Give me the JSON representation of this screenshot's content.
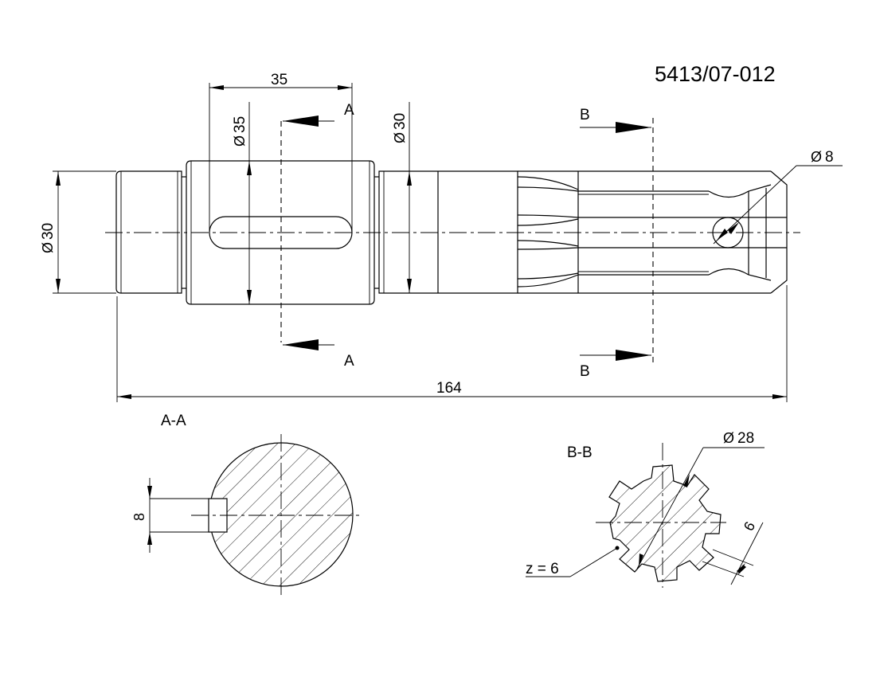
{
  "drawing_number": "5413/07-012",
  "main_view": {
    "dim_total_length": "164",
    "dim_left_journal_dia": "30",
    "dim_collar_dia": "35",
    "dim_keyway_length": "35",
    "dim_right_journal_dia": "30",
    "dim_hole_dia": "8",
    "diameter_symbol": "Ø"
  },
  "section_markers": {
    "a_letter": "A",
    "b_letter": "B"
  },
  "section_a": {
    "title": "A-A",
    "dim_key_width": "8"
  },
  "section_b": {
    "title": "B-B",
    "dim_outer_dia": "28",
    "dim_spline_width": "6",
    "spline_count_label": "z = 6"
  }
}
